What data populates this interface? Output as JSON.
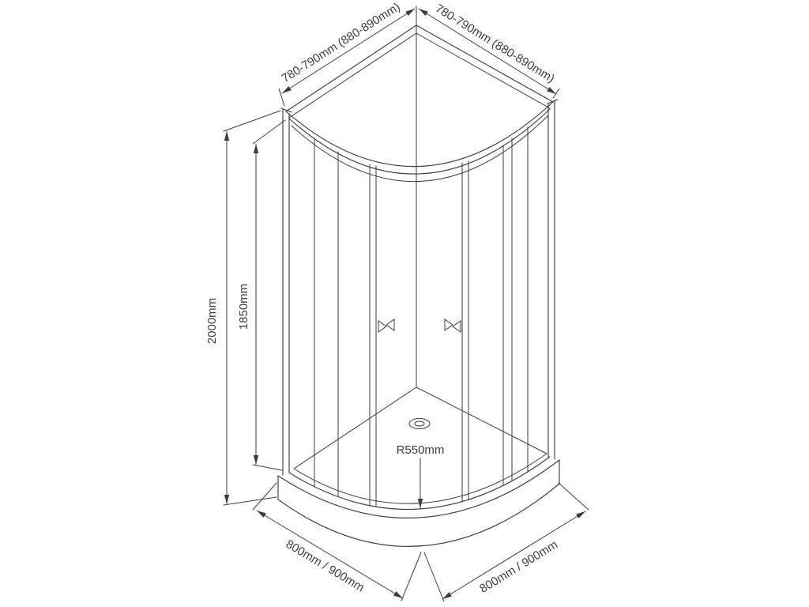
{
  "drawing": {
    "background": "#ffffff",
    "line_color": "#3d3d3d",
    "labels": {
      "top_left": "780-790mm (880-890mm)",
      "top_right": "780-790mm (880-890mm)",
      "height_total": "2000mm",
      "height_glass": "1850mm",
      "radius": "R550mm",
      "bottom_left": "800mm / 900mm",
      "bottom_right": "800mm / 900mm"
    }
  }
}
